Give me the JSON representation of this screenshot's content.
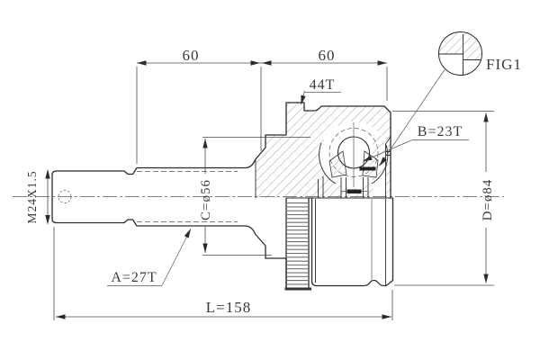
{
  "drawing": {
    "type": "CV joint outer race technical drawing",
    "background": "#ffffff",
    "line_color": "#2b2b2b",
    "dim_color": "#4a4a4a",
    "labels": {
      "dim_top_left": "60",
      "dim_top_right": "60",
      "ring_teeth": "44T",
      "fig_reference": "FIG1",
      "inner_spline_teeth": "B=23T",
      "thread_spec": "M24X1.5",
      "dim_c_diameter": "C=ø56",
      "dim_d_diameter": "D=ø84",
      "shaft_spline_teeth": "A=27T",
      "overall_length": "L=158"
    }
  }
}
